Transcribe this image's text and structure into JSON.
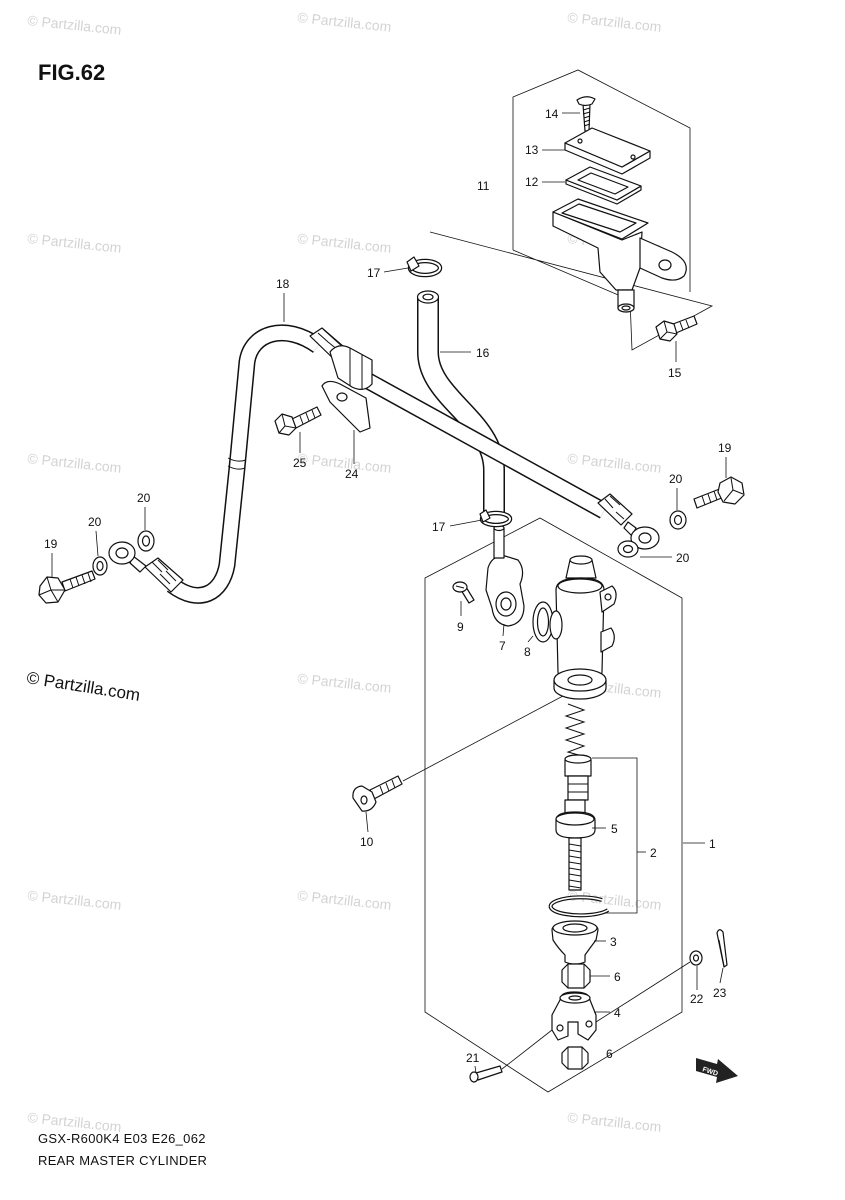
{
  "figure": {
    "title": "FIG.62"
  },
  "footer": {
    "code": "GSX-R600K4 E03 E26_062",
    "name": "REAR MASTER CYLINDER"
  },
  "watermark": {
    "text": "© Partzilla.com"
  },
  "fwd_label": "FWD",
  "callouts": [
    "14",
    "13",
    "12",
    "11",
    "17",
    "18",
    "16",
    "15",
    "25",
    "24",
    "19",
    "20",
    "20",
    "20",
    "20",
    "19",
    "17",
    "9",
    "7",
    "8",
    "10",
    "5",
    "2",
    "1",
    "3",
    "6",
    "4",
    "6",
    "21",
    "22",
    "23"
  ],
  "colors": {
    "line": "#111111",
    "watermark": "#d3d3d3",
    "background": "#ffffff"
  }
}
